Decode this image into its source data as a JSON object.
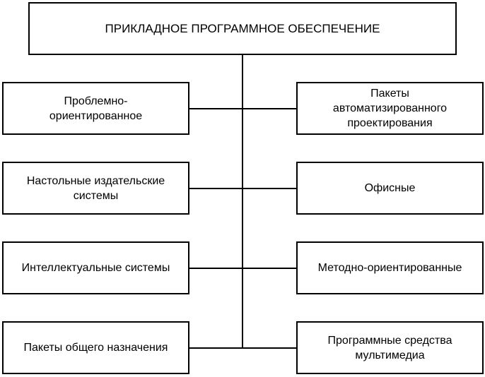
{
  "title": "ПРИКЛАДНОЕ ПРОГРАММНОЕ ОБЕСПЕЧЕНИЕ",
  "left": [
    "Проблемно-ориентированное",
    "Настольные издательские системы",
    "Интеллектуальные системы",
    "Пакеты общего назначения"
  ],
  "right": [
    "Пакеты автоматизированного проектирования",
    "Офисные",
    "Методно-ориентированные",
    "Программные средства мультимедиа"
  ]
}
